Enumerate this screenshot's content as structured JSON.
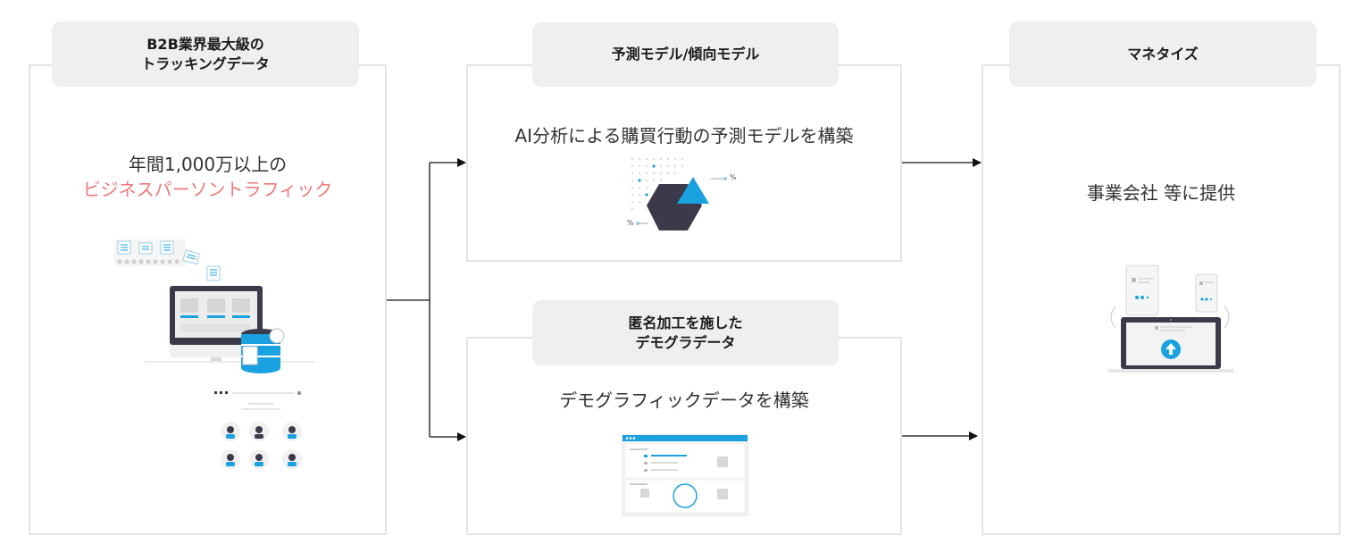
{
  "stages": {
    "tracking": {
      "title": "B2B業界最大級の\nトラッキングデータ",
      "line1": "年間1,000万以上の",
      "line2": "ビジネスパーソントラフィック"
    },
    "prediction": {
      "title": "予測モデル/傾向モデル",
      "description": "AI分析による購買行動の予測モデルを構築",
      "percent_a": "%",
      "percent_b": "%"
    },
    "demographic": {
      "title": "匿名加工を施した\nデモグラデータ",
      "description": "デモグラフィックデータを構築"
    },
    "monetize": {
      "title": "マネタイズ",
      "description": "事業会社 等に提供"
    }
  },
  "colors": {
    "accent_blue": "#1aa1e0",
    "highlight_red": "#f07878",
    "dark_navy": "#3a3a4a",
    "panel_border": "#e4e4e4",
    "label_bg": "#efefef"
  }
}
